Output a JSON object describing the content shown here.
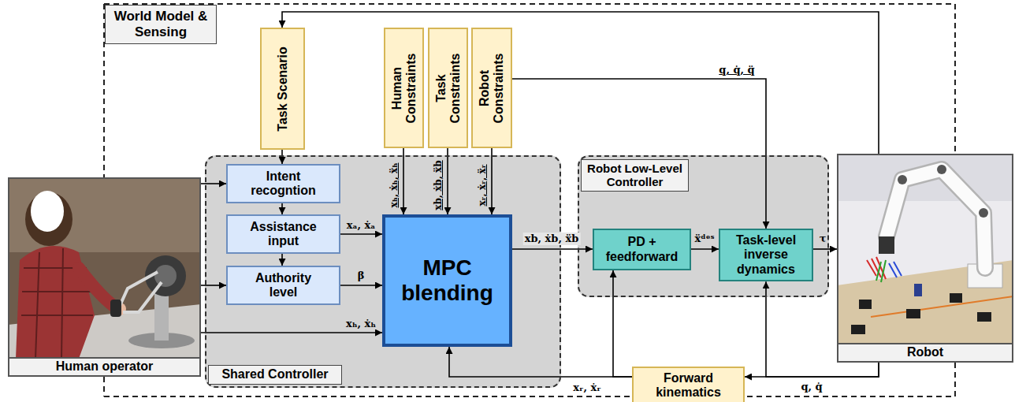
{
  "diagram": {
    "nodes": [
      {
        "text": [
          "World Model & Sensing"
        ]
      },
      {
        "text": [
          "Task Scenario"
        ],
        "in": 0
      },
      {
        "text": [
          "Human Constraints"
        ],
        "in": 0
      },
      {
        "text": [
          "Task Constraints"
        ],
        "in": 0
      },
      {
        "text": [
          "Robot Constraints"
        ],
        "in": 0
      },
      {
        "text": [
          "Shared Controller"
        ],
        "in": 0
      },
      {
        "text": [
          "Intent recogntion"
        ],
        "in": 5
      },
      {
        "text": [
          "Assistance input"
        ],
        "in": 5
      },
      {
        "text": [
          "Authority level"
        ],
        "in": 5
      },
      {
        "text": [
          "MPC blending"
        ],
        "in": 5
      },
      {
        "text": [
          "Robot Low-Level Controller"
        ],
        "in": 0
      },
      {
        "text": [
          "PD + feedforward"
        ],
        "in": 10
      },
      {
        "text": [
          "Task-level inverse dynamics"
        ],
        "in": 10
      },
      {
        "text": [
          "Forward kinematics"
        ],
        "in": 0
      },
      {
        "text": [
          "Human operator"
        ]
      },
      {
        "text": [
          "Robot"
        ]
      }
    ],
    "edges": [
      {
        "from": 15,
        "to": 1,
        "arrow": "to"
      },
      {
        "from": 1,
        "to": 6,
        "arrow": "to"
      },
      {
        "from": 14,
        "to": 6,
        "arrow": "to"
      },
      {
        "from": 14,
        "to": 8,
        "arrow": "to"
      },
      {
        "from": 14,
        "to": 9,
        "label": "xₕ, ẋₕ",
        "arrow": "to"
      },
      {
        "from": 6,
        "to": 7,
        "arrow": "to"
      },
      {
        "from": 7,
        "to": 8,
        "arrow": "to"
      },
      {
        "from": 7,
        "to": 9,
        "label": "xₐ, ẋₐ",
        "arrow": "to"
      },
      {
        "from": 8,
        "to": 9,
        "label": "β",
        "arrow": "to"
      },
      {
        "from": 2,
        "to": 9,
        "label": "xₕ, ẋₕ, ẍₕ",
        "arrow": "to"
      },
      {
        "from": 3,
        "to": 9,
        "label": "xb, ẋb, ẍb",
        "arrow": "to"
      },
      {
        "from": 4,
        "to": 9,
        "label": "xᵣ, ẋᵣ, ẍᵣ",
        "arrow": "to"
      },
      {
        "from": 4,
        "to": 12,
        "label": "q, q̇, q̈",
        "arrow": "to"
      },
      {
        "from": 9,
        "to": 11,
        "label": "xb, ẋb, ẍb",
        "arrow": "to"
      },
      {
        "from": 11,
        "to": 12,
        "label": "ẍᵈᵉˢ",
        "arrow": "to"
      },
      {
        "from": 12,
        "to": 15,
        "label": "τ",
        "arrow": "to"
      },
      {
        "from": 15,
        "to": 13,
        "label": "q, q̇",
        "arrow": "to"
      },
      {
        "from": 15,
        "to": 12,
        "arrow": "to"
      },
      {
        "from": 13,
        "to": 9,
        "label": "xᵣ, ẋᵣ",
        "arrow": "to"
      },
      {
        "from": 13,
        "to": 11,
        "arrow": "to"
      }
    ]
  }
}
